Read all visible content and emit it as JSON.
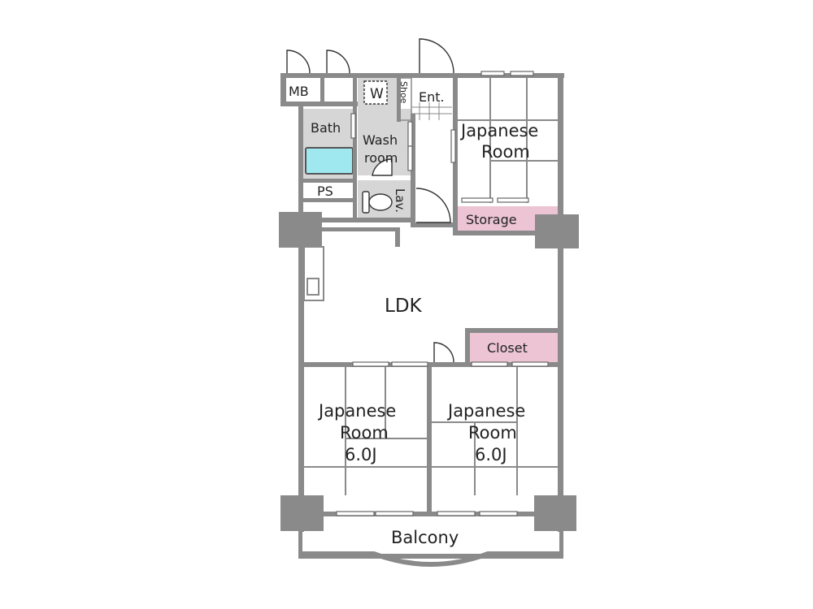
{
  "labels": {
    "mb": "MB",
    "w": "W",
    "shoe": "Shoe",
    "ent": "Ent.",
    "bath": "Bath",
    "wash": "Wash",
    "wash_room": "room",
    "ps": "PS",
    "lav": "Lav.",
    "jr_top_1": "Japanese",
    "jr_top_2": "Room",
    "storage": "Storage",
    "ldk": "LDK",
    "closet": "Closet",
    "jr_left_1": "Japanese",
    "jr_left_2": "Room",
    "jr_left_3": "6.0J",
    "jr_right_1": "Japanese",
    "jr_right_2": "Room",
    "jr_right_3": "6.0J",
    "balcony": "Balcony"
  },
  "colors": {
    "wall": "#8a8a8a",
    "wet_area": "#d6d6d6",
    "bathtub": "#9fe8f0",
    "storage_pink": "#ecc4d4",
    "closet_pink": "#ecc4d4"
  }
}
